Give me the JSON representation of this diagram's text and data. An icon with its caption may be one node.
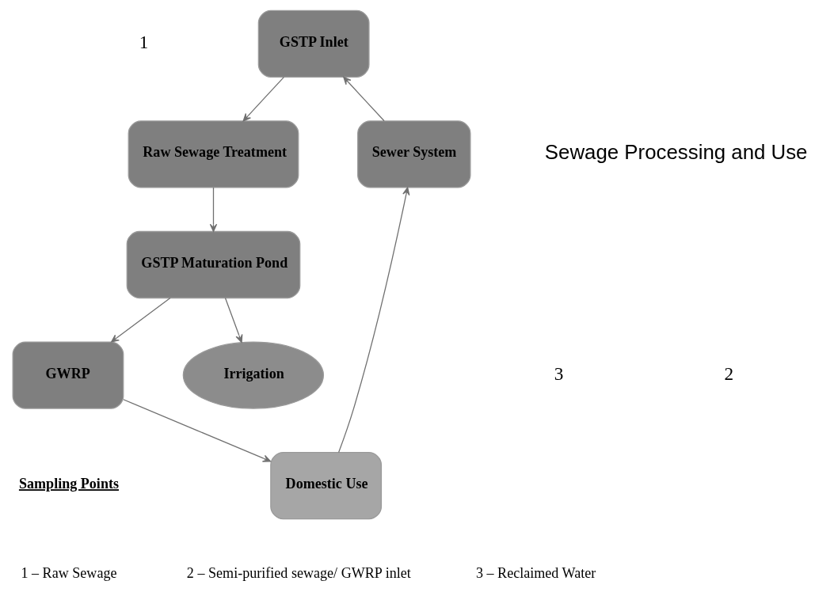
{
  "diagram": {
    "nodes": [
      {
        "text": [
          "GSTP Inlet"
        ]
      },
      {
        "text": [
          "Raw Sewage Treatment"
        ]
      },
      {
        "text": [
          "GSTP Maturation Pond"
        ]
      },
      {
        "text": [
          "GWRP"
        ]
      },
      {
        "text": [
          "Domestic Use"
        ]
      },
      {
        "text": [
          "Sewer System"
        ]
      },
      {
        "text": [
          "Irrigation"
        ]
      }
    ],
    "edges": [
      {
        "from": 5,
        "to": 0,
        "arrow": "to"
      },
      {
        "from": 0,
        "to": 1,
        "arrow": "to"
      },
      {
        "from": 1,
        "to": 2,
        "arrow": "to"
      },
      {
        "from": 2,
        "to": 3,
        "arrow": "to"
      },
      {
        "from": 3,
        "to": 4,
        "arrow": "to"
      },
      {
        "from": 4,
        "to": 5,
        "arrow": "to"
      },
      {
        "from": 2,
        "to": 6,
        "arrow": "to"
      }
    ],
    "labels": [
      "1",
      "Sewage Processing and Use",
      "3",
      "2",
      "Sampling Points",
      "1 – Raw Sewage",
      "2 – Semi-purified sewage/ GWRP inlet",
      "3 – Reclaimed Water"
    ]
  }
}
